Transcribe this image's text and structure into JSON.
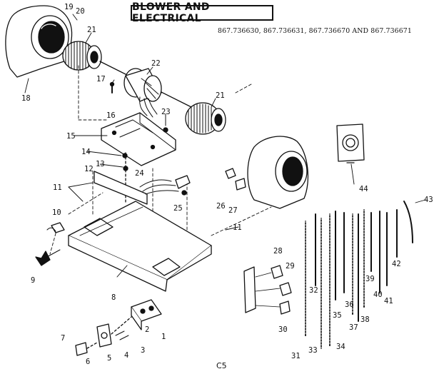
{
  "title": "BLOWER AND ELECTRICAL",
  "models": "867.736630, 867.736631, 867.736670 AND 867.736671",
  "footer_code": "C5",
  "callouts": [
    "1",
    "2",
    "3",
    "4",
    "5",
    "6",
    "7",
    "8",
    "9",
    "10",
    "11",
    "11",
    "12",
    "13",
    "14",
    "15",
    "16",
    "17",
    "18",
    "19",
    "20",
    "21",
    "21",
    "22",
    "23",
    "24",
    "25",
    "26",
    "27",
    "28",
    "29",
    "30",
    "31",
    "32",
    "33",
    "34",
    "35",
    "36",
    "37",
    "38",
    "39",
    "40",
    "41",
    "42",
    "43",
    "44"
  ]
}
